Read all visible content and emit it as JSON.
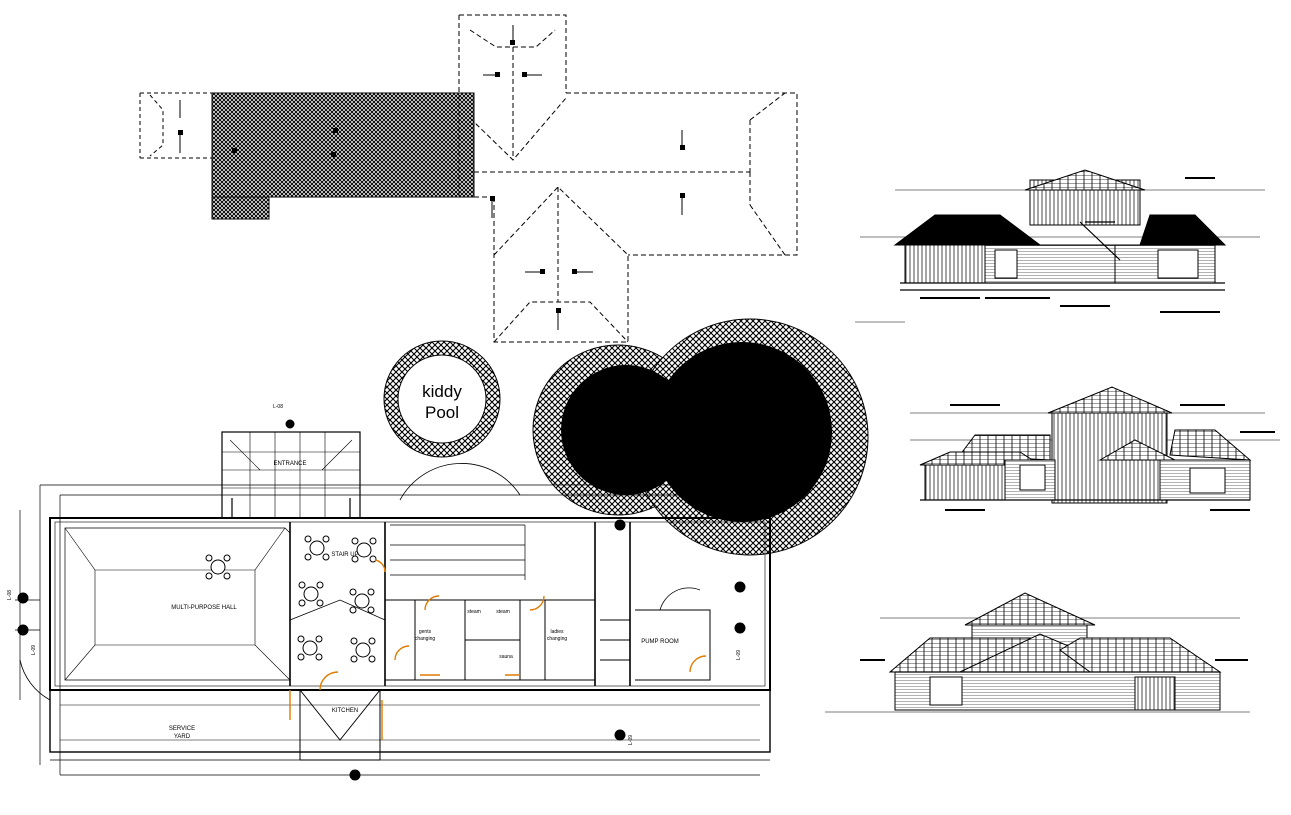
{
  "labels": {
    "kiddy_pool_line1": "kiddy",
    "kiddy_pool_line2": "Pool",
    "entrance": "ENTRANCE",
    "stair_up": "STAIR UP",
    "multi_purpose_hall": "MULTI-PURPOSE HALL",
    "service_yard_line1": "SERVICE",
    "service_yard_line2": "YARD",
    "kitchen": "KITCHEN",
    "gents_line1": "gents",
    "gents_line2": "changing",
    "ladies_line1": "ladies",
    "ladies_line2": "changing",
    "steam_1": "steam",
    "steam_2": "steam",
    "sauna": "sauna",
    "pump_room": "PUMP ROOM",
    "section_mark_top": "L-08",
    "section_mark_left_1": "L-08",
    "section_mark_left_2": "L-09",
    "section_mark_right": "L-09",
    "section_mark_bottom": "L-09"
  },
  "colors": {
    "line": "#000000",
    "door_swing": "#e07b00",
    "background": "#ffffff"
  }
}
